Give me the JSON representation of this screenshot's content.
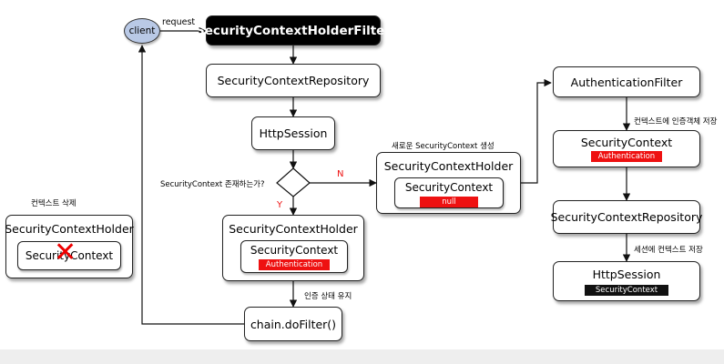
{
  "client": {
    "label": "client"
  },
  "labels": {
    "request": "request",
    "exists_question": "SecurityContext 존재하는가?",
    "no": "N",
    "yes": "Y",
    "auth_keep": "인증 상태 유지",
    "new_context": "새로운 SecurityContext 생성",
    "store_auth": "컨텍스트에 인증객체 저장",
    "save_session": "세션에 컨텍스트 저장",
    "delete_context": "컨텍스트 삭제"
  },
  "nodes": {
    "filter": "SecurityContextHolderFilter",
    "repository": "SecurityContextRepository",
    "session": "HttpSession",
    "holder_yes": {
      "title": "SecurityContextHolder",
      "inner": "SecurityContext",
      "tag": "Authentication"
    },
    "do_filter": "chain.doFilter()",
    "holder_new": {
      "title": "SecurityContextHolder",
      "inner": "SecurityContext",
      "tag": "null"
    },
    "auth_filter": "AuthenticationFilter",
    "context_auth": {
      "title": "SecurityContext",
      "tag": "Authentication"
    },
    "repository2": "SecurityContextRepository",
    "session2": {
      "title": "HttpSession",
      "tag": "SecurityContext"
    },
    "holder_deleted": {
      "title": "SecurityContextHolder",
      "inner": "SecurityContext"
    }
  },
  "colors": {
    "client_fill": "#b9c9e6",
    "accent_red": "#ee1111",
    "dark": "#000000"
  }
}
